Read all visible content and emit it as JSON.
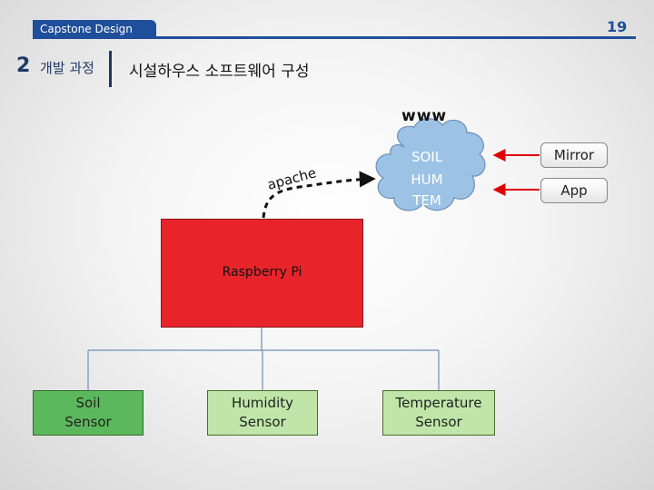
{
  "header": {
    "course": "Capstone Design",
    "page_number": "19",
    "section_number": "2",
    "section_name": "개발 과정",
    "slide_title": "시설하우스 소프트웨어 구성"
  },
  "diagram": {
    "www_label": "www",
    "cloud_lines": [
      "SOIL",
      "HUM",
      "TEM"
    ],
    "apache_label": "apache",
    "mirror_label": "Mirror",
    "app_label": "App",
    "pi_label": "Raspberry Pi",
    "sensors": [
      {
        "line1": "Soil",
        "line2": "Sensor"
      },
      {
        "line1": "Humidity",
        "line2": "Sensor"
      },
      {
        "line1": "Temperature",
        "line2": "Sensor"
      }
    ]
  },
  "colors": {
    "header_blue": "#1f4e9a",
    "cloud_fill": "#9cc2e5",
    "pi_red": "#e8242a",
    "arrow_red": "#e00000",
    "soil_green": "#5cb85c",
    "sensor_light_green": "#bfe6a8"
  }
}
